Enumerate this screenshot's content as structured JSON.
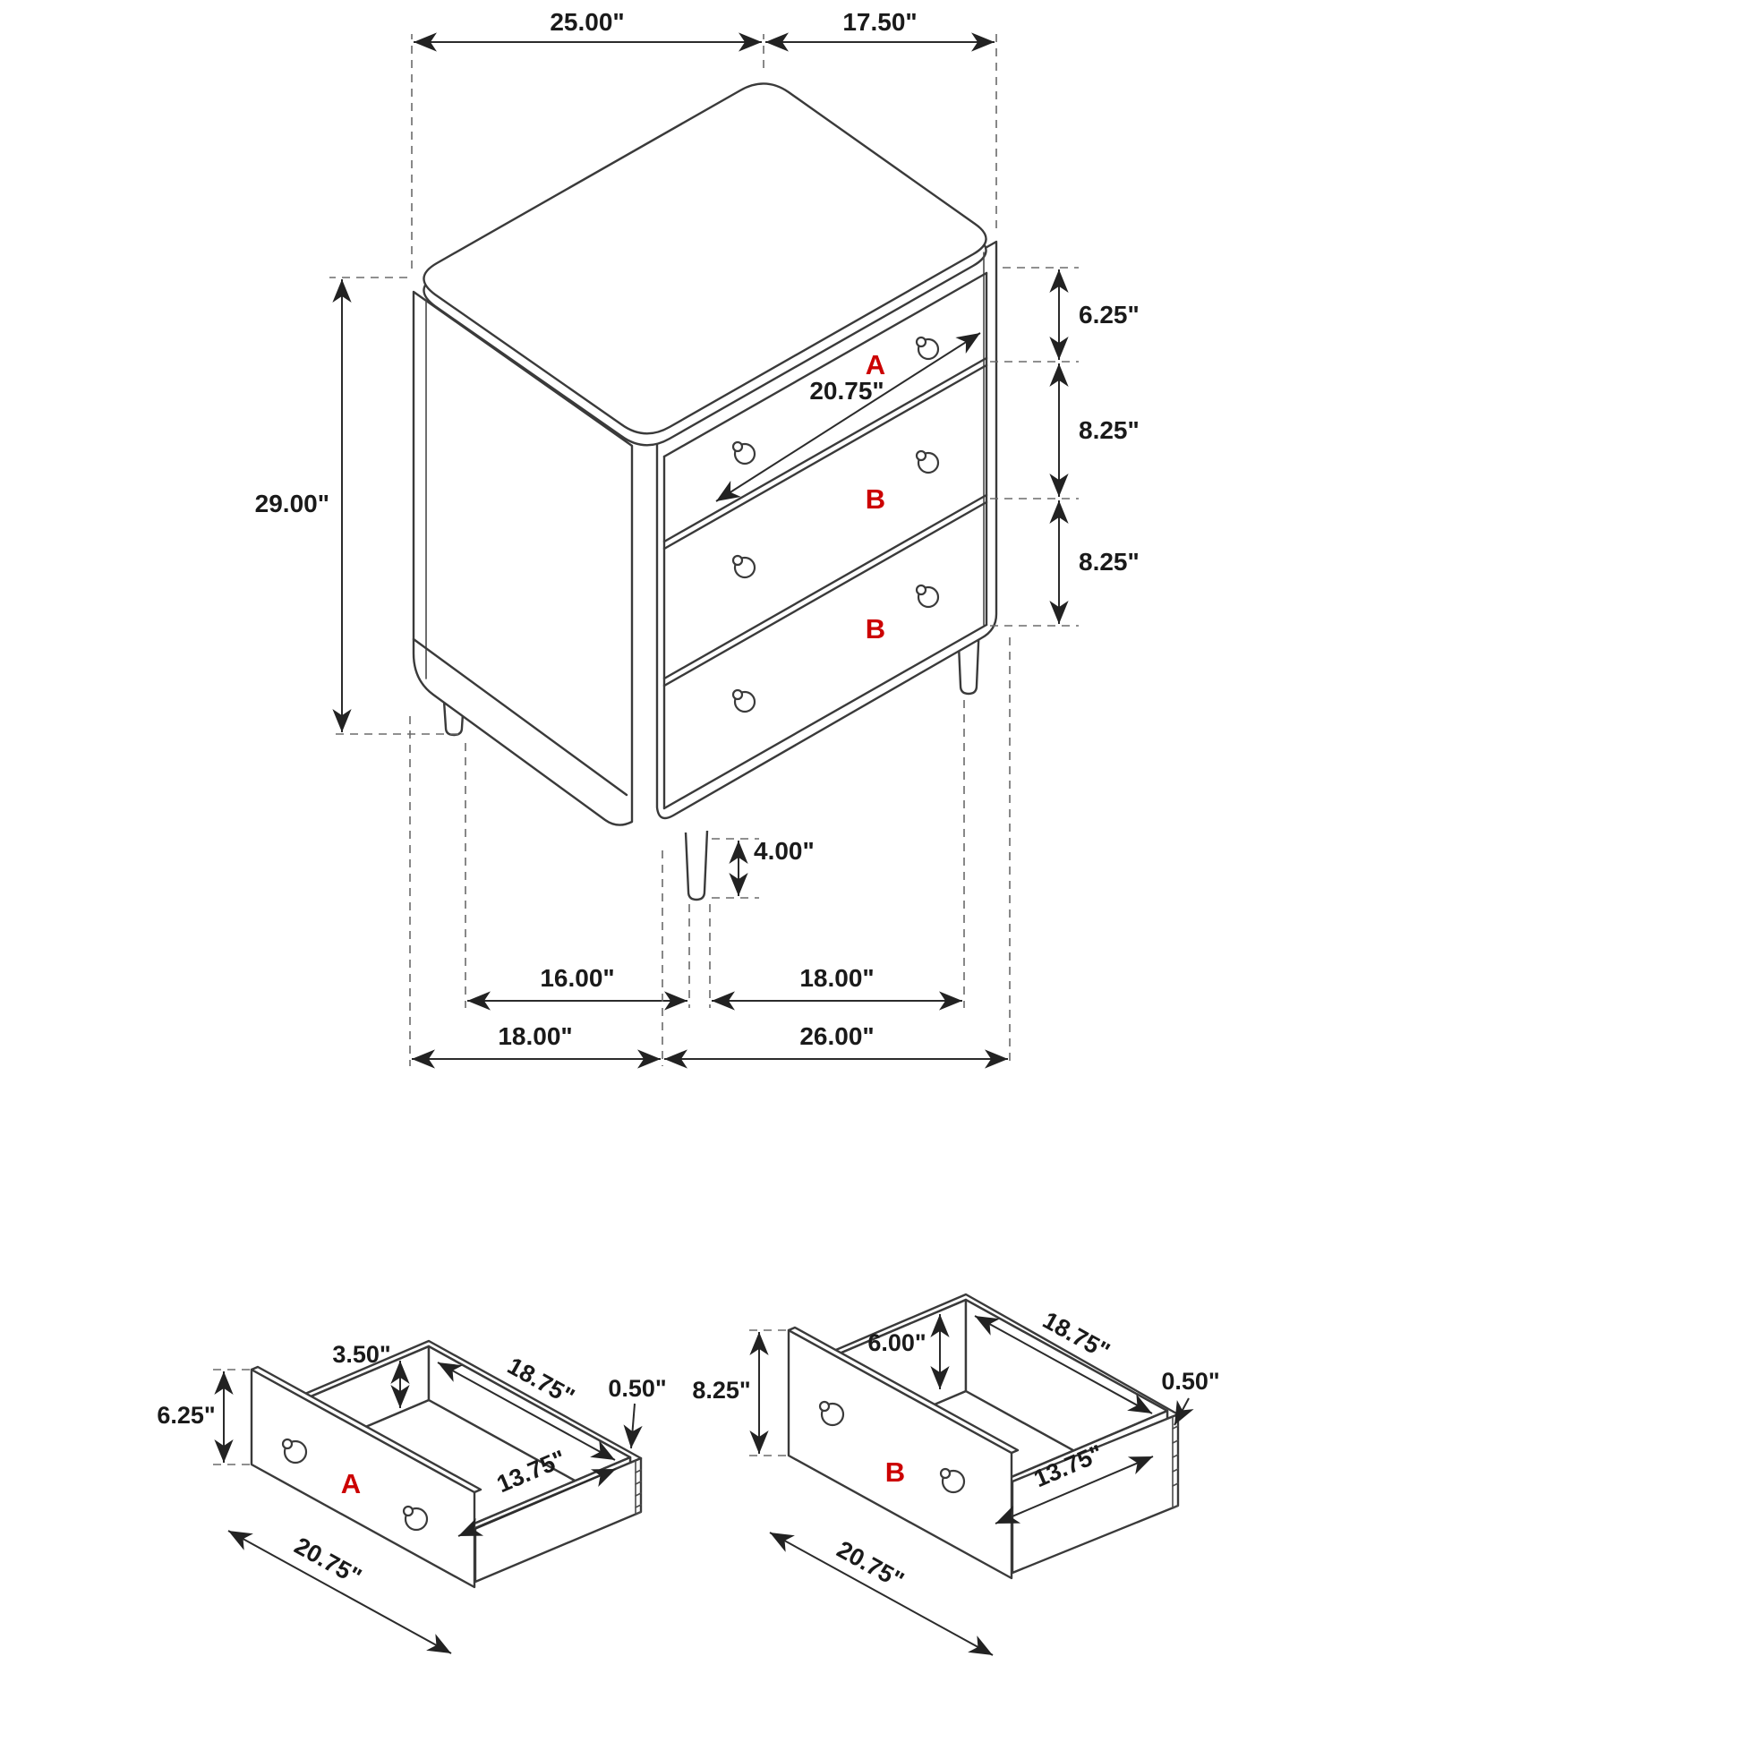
{
  "colors": {
    "accent": "#cc0000",
    "line": "#3a3a3a",
    "dim_text": "#1a1a1a",
    "background": "#ffffff"
  },
  "main_view": {
    "top_width_label": "25.00\"",
    "top_depth_label": "17.50\"",
    "height_label": "29.00\"",
    "top_drawer_height_label": "6.25\"",
    "middle_drawer_height_label": "8.25\"",
    "bottom_drawer_height_label": "8.25\"",
    "drawer_width_label": "20.75\"",
    "leg_height_label": "4.00\"",
    "leg_span_depth_label": "16.00\"",
    "leg_span_width_label": "18.00\"",
    "base_depth_label": "18.00\"",
    "base_width_label": "26.00\"",
    "drawer_letters": {
      "top": "A",
      "middle": "B",
      "bottom": "B"
    }
  },
  "drawer_a_detail": {
    "letter": "A",
    "side_height_label": "3.50\"",
    "interior_width_label": "18.75\"",
    "wall_thickness_label": "0.50\"",
    "front_height_label": "6.25\"",
    "interior_depth_label": "13.75\"",
    "front_width_label": "20.75\""
  },
  "drawer_b_detail": {
    "letter": "B",
    "side_height_label": "6.00\"",
    "interior_width_label": "18.75\"",
    "wall_thickness_label": "0.50\"",
    "front_height_label": "8.25\"",
    "interior_depth_label": "13.75\"",
    "front_width_label": "20.75\""
  }
}
